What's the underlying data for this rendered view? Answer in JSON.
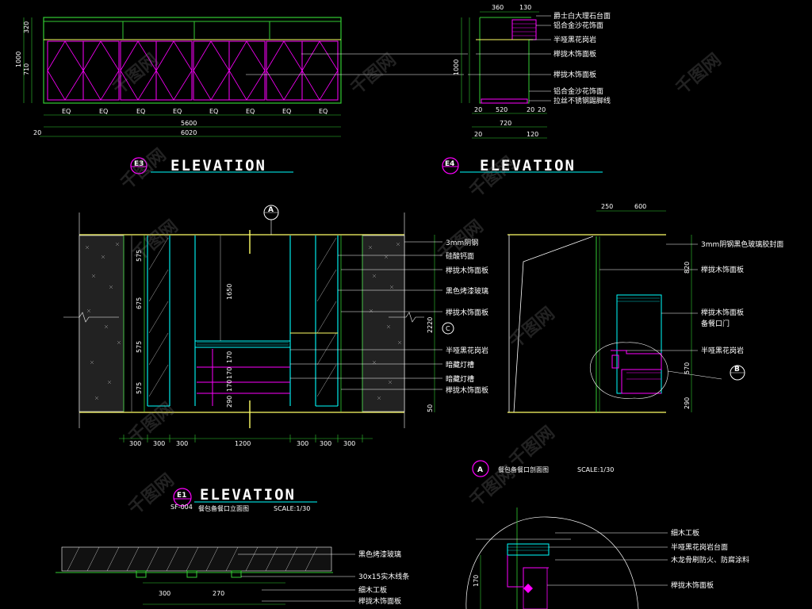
{
  "colors": {
    "background": "#000000",
    "magenta": "#ff00ff",
    "green": "#33cc33",
    "cyan": "#00ffff",
    "yellow": "#ffff66",
    "white": "#ffffff",
    "watermark": "#888888"
  },
  "drawings": {
    "e3": {
      "tag": "E3",
      "title": "ELEVATION",
      "dims_left": [
        "320",
        "1000",
        "710"
      ],
      "dims_bottom": [
        "EQ",
        "EQ",
        "EQ",
        "EQ",
        "EQ",
        "EQ",
        "EQ",
        "EQ"
      ],
      "dim_total_inner": "5600",
      "dim_total": "6020",
      "dim_end": "20"
    },
    "e4": {
      "tag": "E4",
      "title": "ELEVATION",
      "dims_top": [
        "360",
        "130"
      ],
      "dims_left": [
        "1000"
      ],
      "dims_bottom_row1": [
        "20",
        "520",
        "20",
        "20"
      ],
      "dims_bottom_row2": [
        "720"
      ],
      "dims_bottom_row3": [
        "20",
        "120"
      ],
      "labels": [
        "爵士白大理石台面",
        "铝合金沙花饰面",
        "半哑黑花岗岩",
        "榉拢木饰面板",
        "榉拢木饰面板",
        "铝合金沙花饰面",
        "拉丝不锈钢踢脚线"
      ]
    },
    "e1": {
      "tag": "E1",
      "code": "SF-004",
      "title": "ELEVATION",
      "caption": "餐包备餐口立面图",
      "scale": "SCALE:1/30",
      "section_marker": "A",
      "marker_c": "C",
      "dims_left": [
        "575",
        "675",
        "575",
        "575"
      ],
      "dims_center": [
        "1650",
        "170",
        "170",
        "170",
        "290"
      ],
      "dim_right": "2220",
      "dims_bottom": [
        "300",
        "300",
        "300",
        "1200",
        "300",
        "300",
        "300"
      ],
      "dim_bottom_side": "50",
      "labels": [
        "3mm阴钢",
        "硅酸钙面",
        "榉拢木饰面板",
        "黑色烤漆玻璃",
        "榉拢木饰面板",
        "半哑黑花岗岩",
        "暗藏灯槽",
        "暗藏灯槽",
        "榉拢木饰面板"
      ]
    },
    "sectA": {
      "tag": "A",
      "caption": "餐包备餐口剖面图",
      "scale": "SCALE:1/30",
      "dims_top": [
        "250",
        "600"
      ],
      "dims_right": [
        "820",
        "570",
        "290"
      ],
      "marker_b": "B",
      "labels": [
        "3mm阴钢黑色玻璃胶封面",
        "榉拢木饰面板",
        "榉拢木饰面板",
        "备餐口门",
        "半哑黑花岗岩"
      ]
    },
    "detail_bottom_left": {
      "dims": [
        "300",
        "270"
      ],
      "labels": [
        "黑色烤漆玻璃",
        "30x15实木线条",
        "细木工板",
        "榉拢木饰面板"
      ]
    },
    "detail_bottom_right": {
      "labels": [
        "细木工板",
        "半哑黑花岗岩台面",
        "木龙骨刷防火、防腐涂料",
        "榉拢木饰面板"
      ],
      "dim": "170"
    }
  },
  "watermark_text": "千图网"
}
